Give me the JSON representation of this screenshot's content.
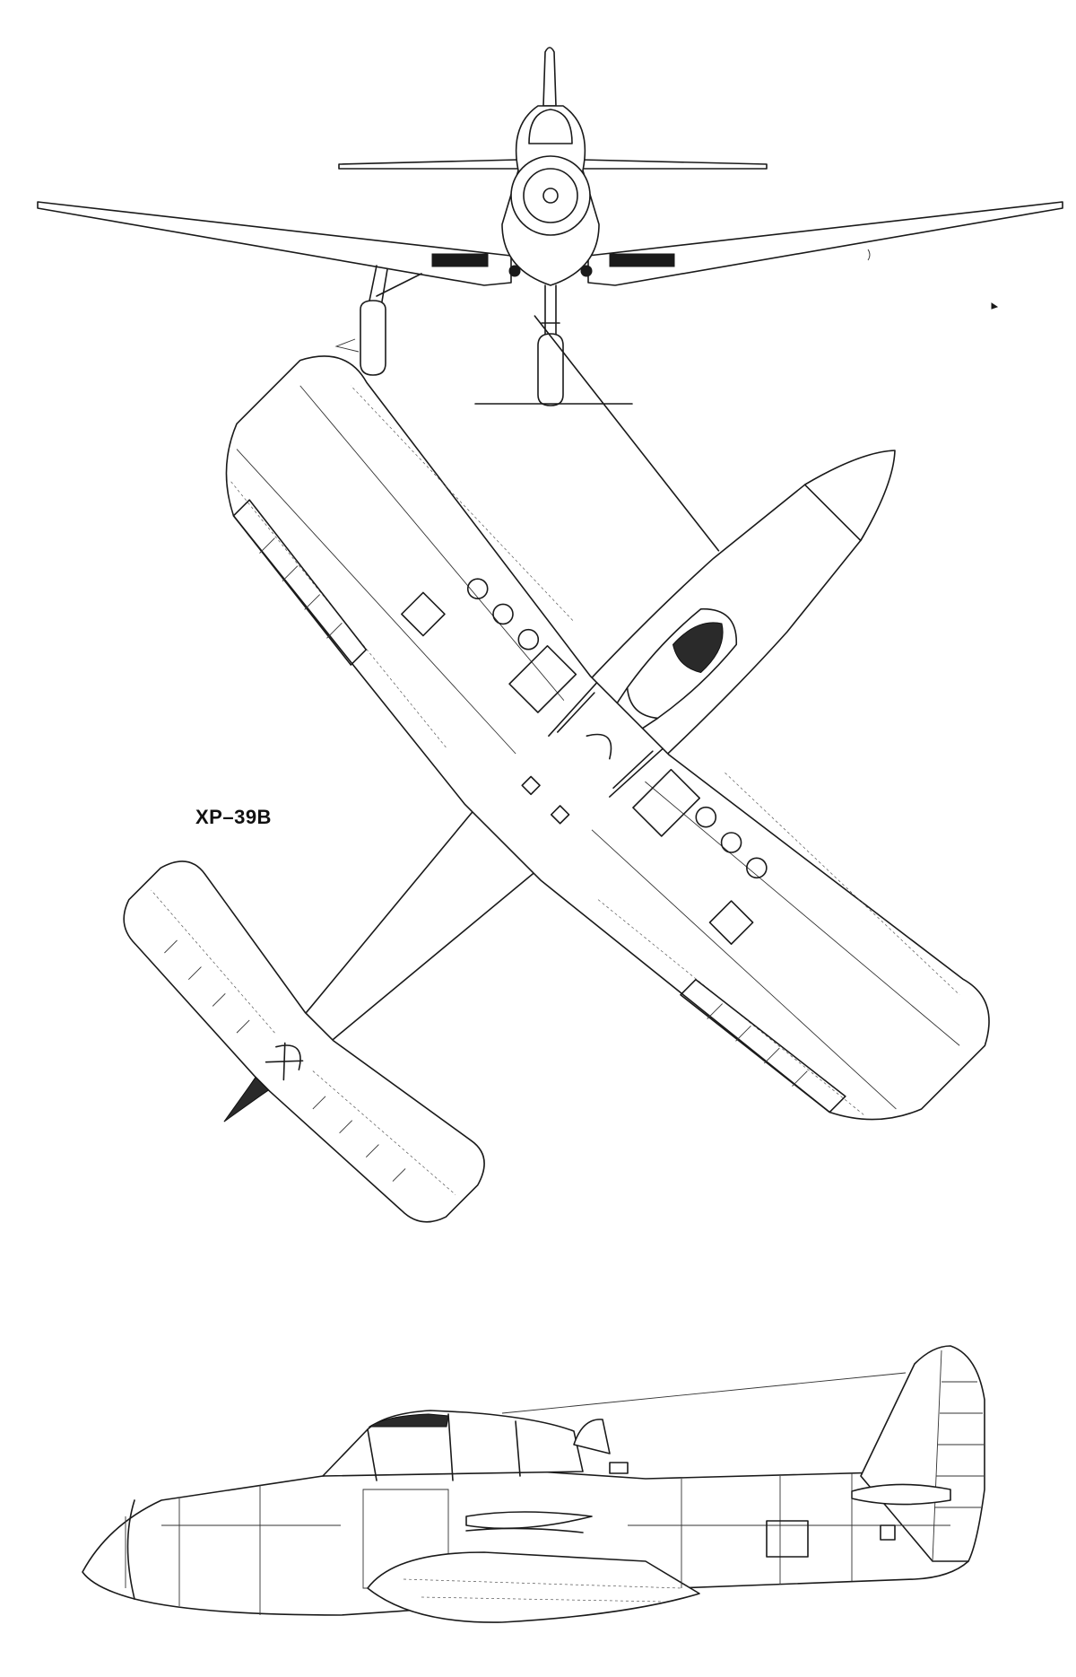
{
  "diagram": {
    "label": "XP–39B",
    "views": [
      "front-view",
      "top-view",
      "side-view"
    ]
  },
  "colors": {
    "ink": "#1a1a1a",
    "paper": "#ffffff"
  }
}
